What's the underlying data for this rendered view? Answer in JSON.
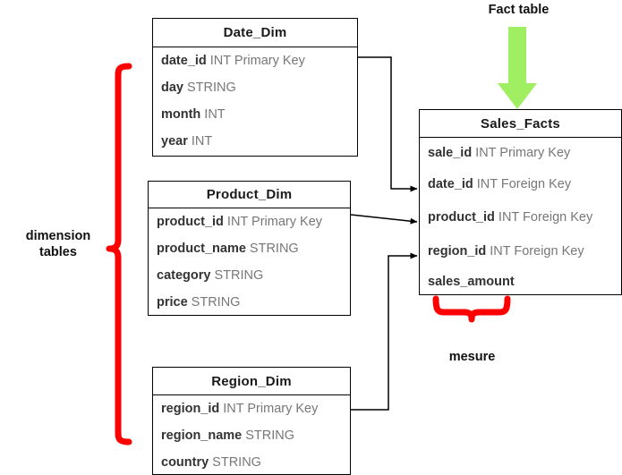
{
  "diagram": {
    "title_note_fact": "Fact table",
    "title_note_dimension": "dimension\ntables",
    "title_note_measure": "mesure",
    "colors": {
      "brace_red": "#FF0000",
      "arrow_green": "#A0EE62",
      "line_black": "#000000",
      "field_name": "#333333",
      "field_type": "#777777"
    }
  },
  "tables": {
    "date_dim": {
      "name": "Date_Dim",
      "fields": [
        {
          "name": "date_id",
          "type": "INT Primary Key"
        },
        {
          "name": "day",
          "type": "STRING"
        },
        {
          "name": "month",
          "type": "INT"
        },
        {
          "name": "year",
          "type": "INT"
        }
      ]
    },
    "product_dim": {
      "name": "Product_Dim",
      "fields": [
        {
          "name": "product_id",
          "type": "INT Primary Key"
        },
        {
          "name": "product_name",
          "type": "STRING"
        },
        {
          "name": "category",
          "type": "STRING"
        },
        {
          "name": "price",
          "type": "STRING"
        }
      ]
    },
    "region_dim": {
      "name": "Region_Dim",
      "fields": [
        {
          "name": "region_id",
          "type": "INT Primary Key"
        },
        {
          "name": "region_name",
          "type": "STRING"
        },
        {
          "name": "country",
          "type": "STRING"
        }
      ]
    },
    "sales_facts": {
      "name": "Sales_Facts",
      "fields": [
        {
          "name": "sale_id",
          "type": "INT Primary Key"
        },
        {
          "name": "date_id",
          "type": "INT Foreign Key"
        },
        {
          "name": "product_id",
          "type": "INT Foreign Key"
        },
        {
          "name": "region_id",
          "type": "INT Foreign Key"
        },
        {
          "name": "sales_amount",
          "type": ""
        }
      ]
    }
  }
}
